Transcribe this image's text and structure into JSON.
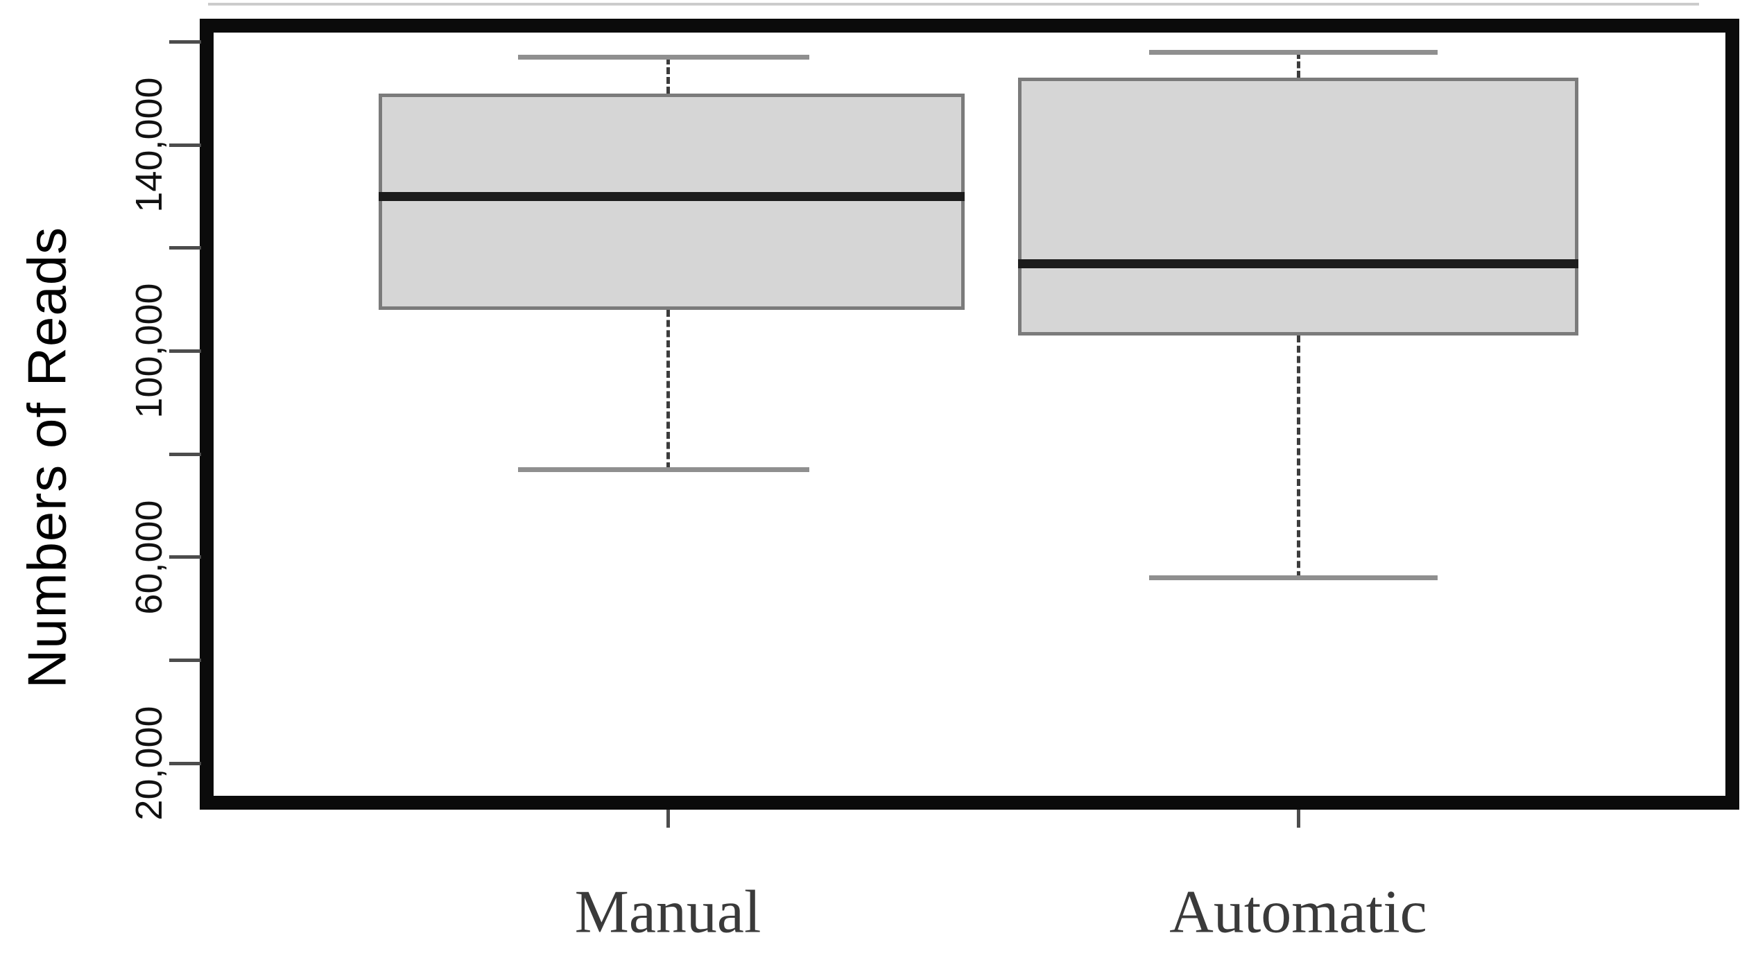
{
  "figure": {
    "y_axis_title": "Numbers of Reads"
  },
  "chart_data": {
    "type": "boxplot",
    "title": "",
    "xlabel": "",
    "ylabel": "Numbers of Reads",
    "categories": [
      "Manual",
      "Automatic"
    ],
    "series": [
      {
        "name": "Manual",
        "min": 77000,
        "q1": 108000,
        "median": 130000,
        "q3": 150000,
        "max": 157000
      },
      {
        "name": "Automatic",
        "min": 56000,
        "q1": 103000,
        "median": 117000,
        "q3": 153000,
        "max": 158000
      }
    ],
    "ylim": [
      10000,
      164000
    ],
    "y_ticks": [
      20000,
      40000,
      60000,
      80000,
      100000,
      120000,
      140000,
      160000
    ],
    "y_tick_labels": [
      {
        "value": 140000,
        "label": "140,000"
      },
      {
        "value": 100000,
        "label": "100,000"
      },
      {
        "value": 60000,
        "label": "60,000"
      },
      {
        "value": 20000,
        "label": "20,000"
      }
    ],
    "grid": false,
    "legend_position": "none",
    "box_fill_color": "#d6d6d6",
    "box_border_color": "#7b7b7b",
    "median_color": "#1c1c1c",
    "whisker_cap_color": "#8f8f8f",
    "frame_color": "#0b0b0b"
  }
}
